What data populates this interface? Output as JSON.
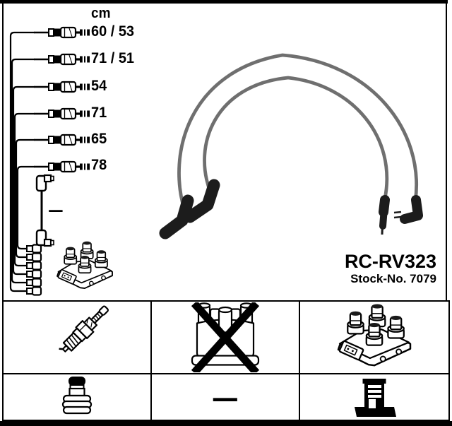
{
  "measurements": {
    "unit": "cm",
    "rows": [
      {
        "label": "60 / 53"
      },
      {
        "label": "71 / 51"
      },
      {
        "label": "54"
      },
      {
        "label": "71"
      },
      {
        "label": "65"
      },
      {
        "label": "78"
      }
    ],
    "coil_wire_marker": "–"
  },
  "product": {
    "code": "RC-RV323",
    "stock_label": "Stock-No.",
    "stock_number": "7079"
  },
  "legend": {
    "cells": [
      {
        "icon": "spark-plug"
      },
      {
        "icon": "distributor-cap-crossed-out"
      },
      {
        "icon": "ignition-coil-pack"
      },
      {
        "icon": "spark-plug-terminal-nut"
      },
      {
        "icon": "dash",
        "symbol": "–"
      },
      {
        "icon": "coil-tower-stud"
      }
    ]
  },
  "colors": {
    "cable_gray": "#6f6f6f",
    "ink": "#000000",
    "background": "#ffffff"
  }
}
